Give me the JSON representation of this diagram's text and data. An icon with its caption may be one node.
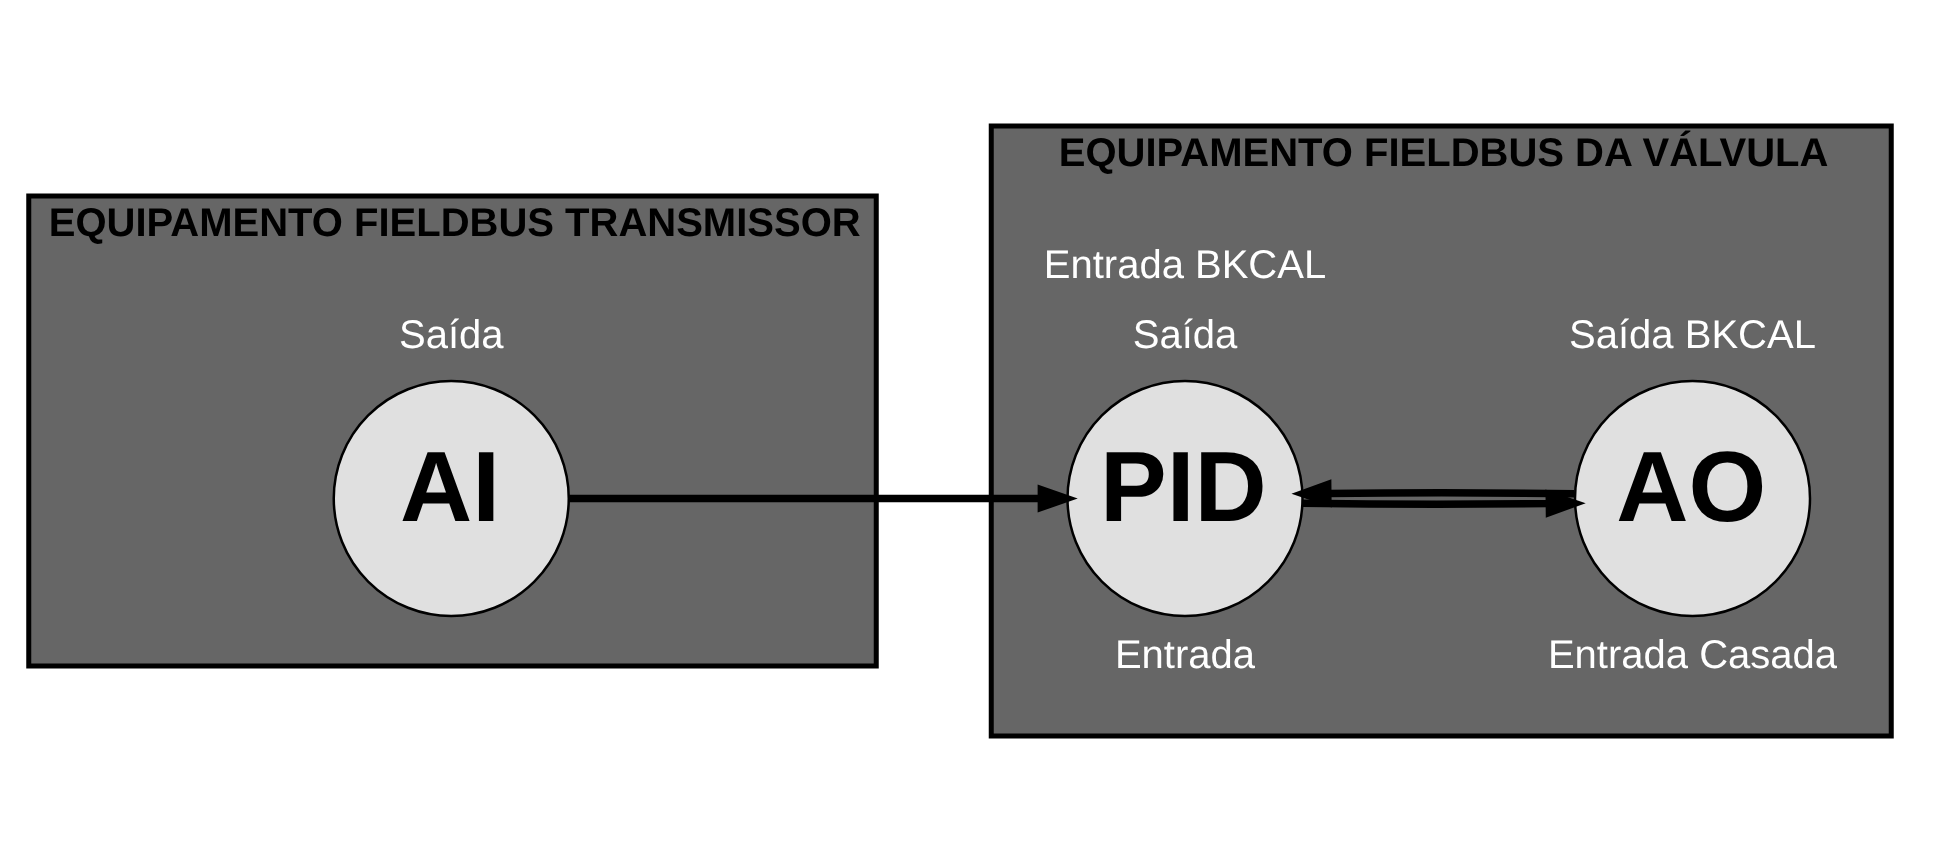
{
  "diagram": {
    "nodes": [
      {
        "text": [
          "EQUIPAMENTO FIELDBUS TRANSMISSOR"
        ]
      },
      {
        "text": [
          "AI"
        ],
        "in": 0,
        "beside": [
          "Saída"
        ]
      },
      {
        "text": [
          "EQUIPAMENTO FIELDBUS DA VÁLVULA"
        ]
      },
      {
        "text": [
          "PID"
        ],
        "in": 2,
        "beside": [
          "Entrada",
          "Saída",
          "Entrada BKCAL"
        ]
      },
      {
        "text": [
          "AO"
        ],
        "in": 2,
        "beside": [
          "Entrada Casada",
          "Saída BKCAL"
        ]
      }
    ],
    "edges": [
      {
        "from": 1,
        "to": 3,
        "arrow": "to"
      },
      {
        "from": 3,
        "to": 4,
        "arrow": "to"
      },
      {
        "from": 4,
        "to": 3,
        "arrow": "to"
      }
    ]
  }
}
